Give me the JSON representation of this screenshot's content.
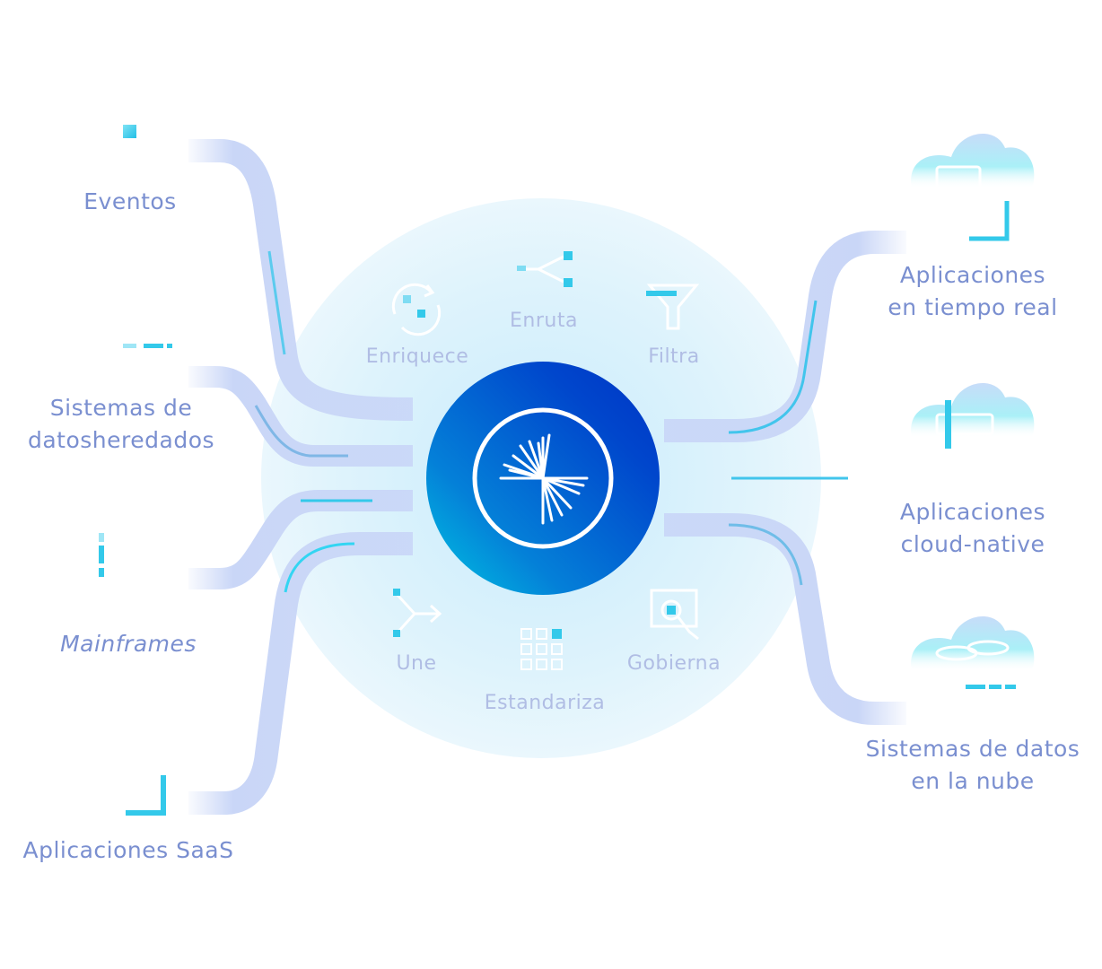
{
  "sources": [
    {
      "id": "eventos",
      "lines": [
        "Eventos"
      ],
      "italic": false
    },
    {
      "id": "legacy",
      "lines": [
        "Sistemas de",
        "datosheredados"
      ],
      "italic": false
    },
    {
      "id": "mainframes",
      "lines": [
        "Mainframes"
      ],
      "italic": true
    },
    {
      "id": "saas",
      "lines": [
        "Aplicaciones SaaS"
      ],
      "italic": false
    }
  ],
  "destinations": [
    {
      "id": "realtime",
      "lines": [
        "Aplicaciones",
        "en tiempo real"
      ]
    },
    {
      "id": "cloudnative",
      "lines": [
        "Aplicaciones",
        "cloud-native"
      ]
    },
    {
      "id": "cloudsys",
      "lines": [
        "Sistemas de datos",
        "en la nube"
      ]
    }
  ],
  "operations": {
    "enriquece": "Enriquece",
    "enruta": "Enruta",
    "filtra": "Filtra",
    "une": "Une",
    "estandariza": "Estandariza",
    "gobierna": "Gobierna"
  },
  "colors": {
    "label": "#7a8fd0",
    "operation": "#b0bde4",
    "pipe": "#c9d6f7",
    "accent": "#33c9ea",
    "hub_dark": "#0039c8",
    "hub_light": "#00c2e0"
  },
  "icons": {
    "hub": "confluent-logo-icon",
    "enriquece": "refresh-icon",
    "enruta": "branch-icon",
    "filtra": "funnel-icon",
    "une": "merge-icon",
    "estandariza": "grid-icon",
    "gobierna": "inspect-icon",
    "destination": "cloud-icon"
  }
}
